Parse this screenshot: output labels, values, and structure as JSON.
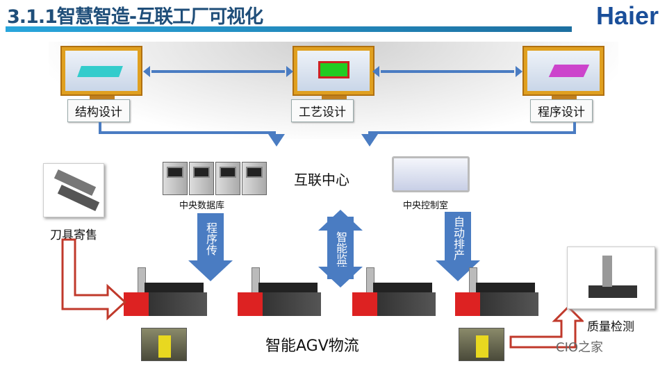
{
  "header": {
    "title": "3.1.1智慧智造-互联工厂可视化",
    "logo": "Haier"
  },
  "design": {
    "items": [
      {
        "label": "结构设计"
      },
      {
        "label": "工艺设计"
      },
      {
        "label": "程序设计"
      }
    ]
  },
  "center": {
    "title": "互联中心",
    "database_label": "中央数据库",
    "control_label": "中央控制室"
  },
  "flows": {
    "program_transfer": "程序传输",
    "smart_monitor": "智能监控",
    "auto_schedule": "自动排产"
  },
  "tools": {
    "label": "刀具寄售"
  },
  "logistics": {
    "label": "智能AGV物流"
  },
  "quality": {
    "label": "质量检测"
  },
  "watermark": "CIO之家",
  "colors": {
    "title": "#1f4e79",
    "arrow_blue": "#4a7cc2",
    "red_arrow": "#c0392b"
  }
}
